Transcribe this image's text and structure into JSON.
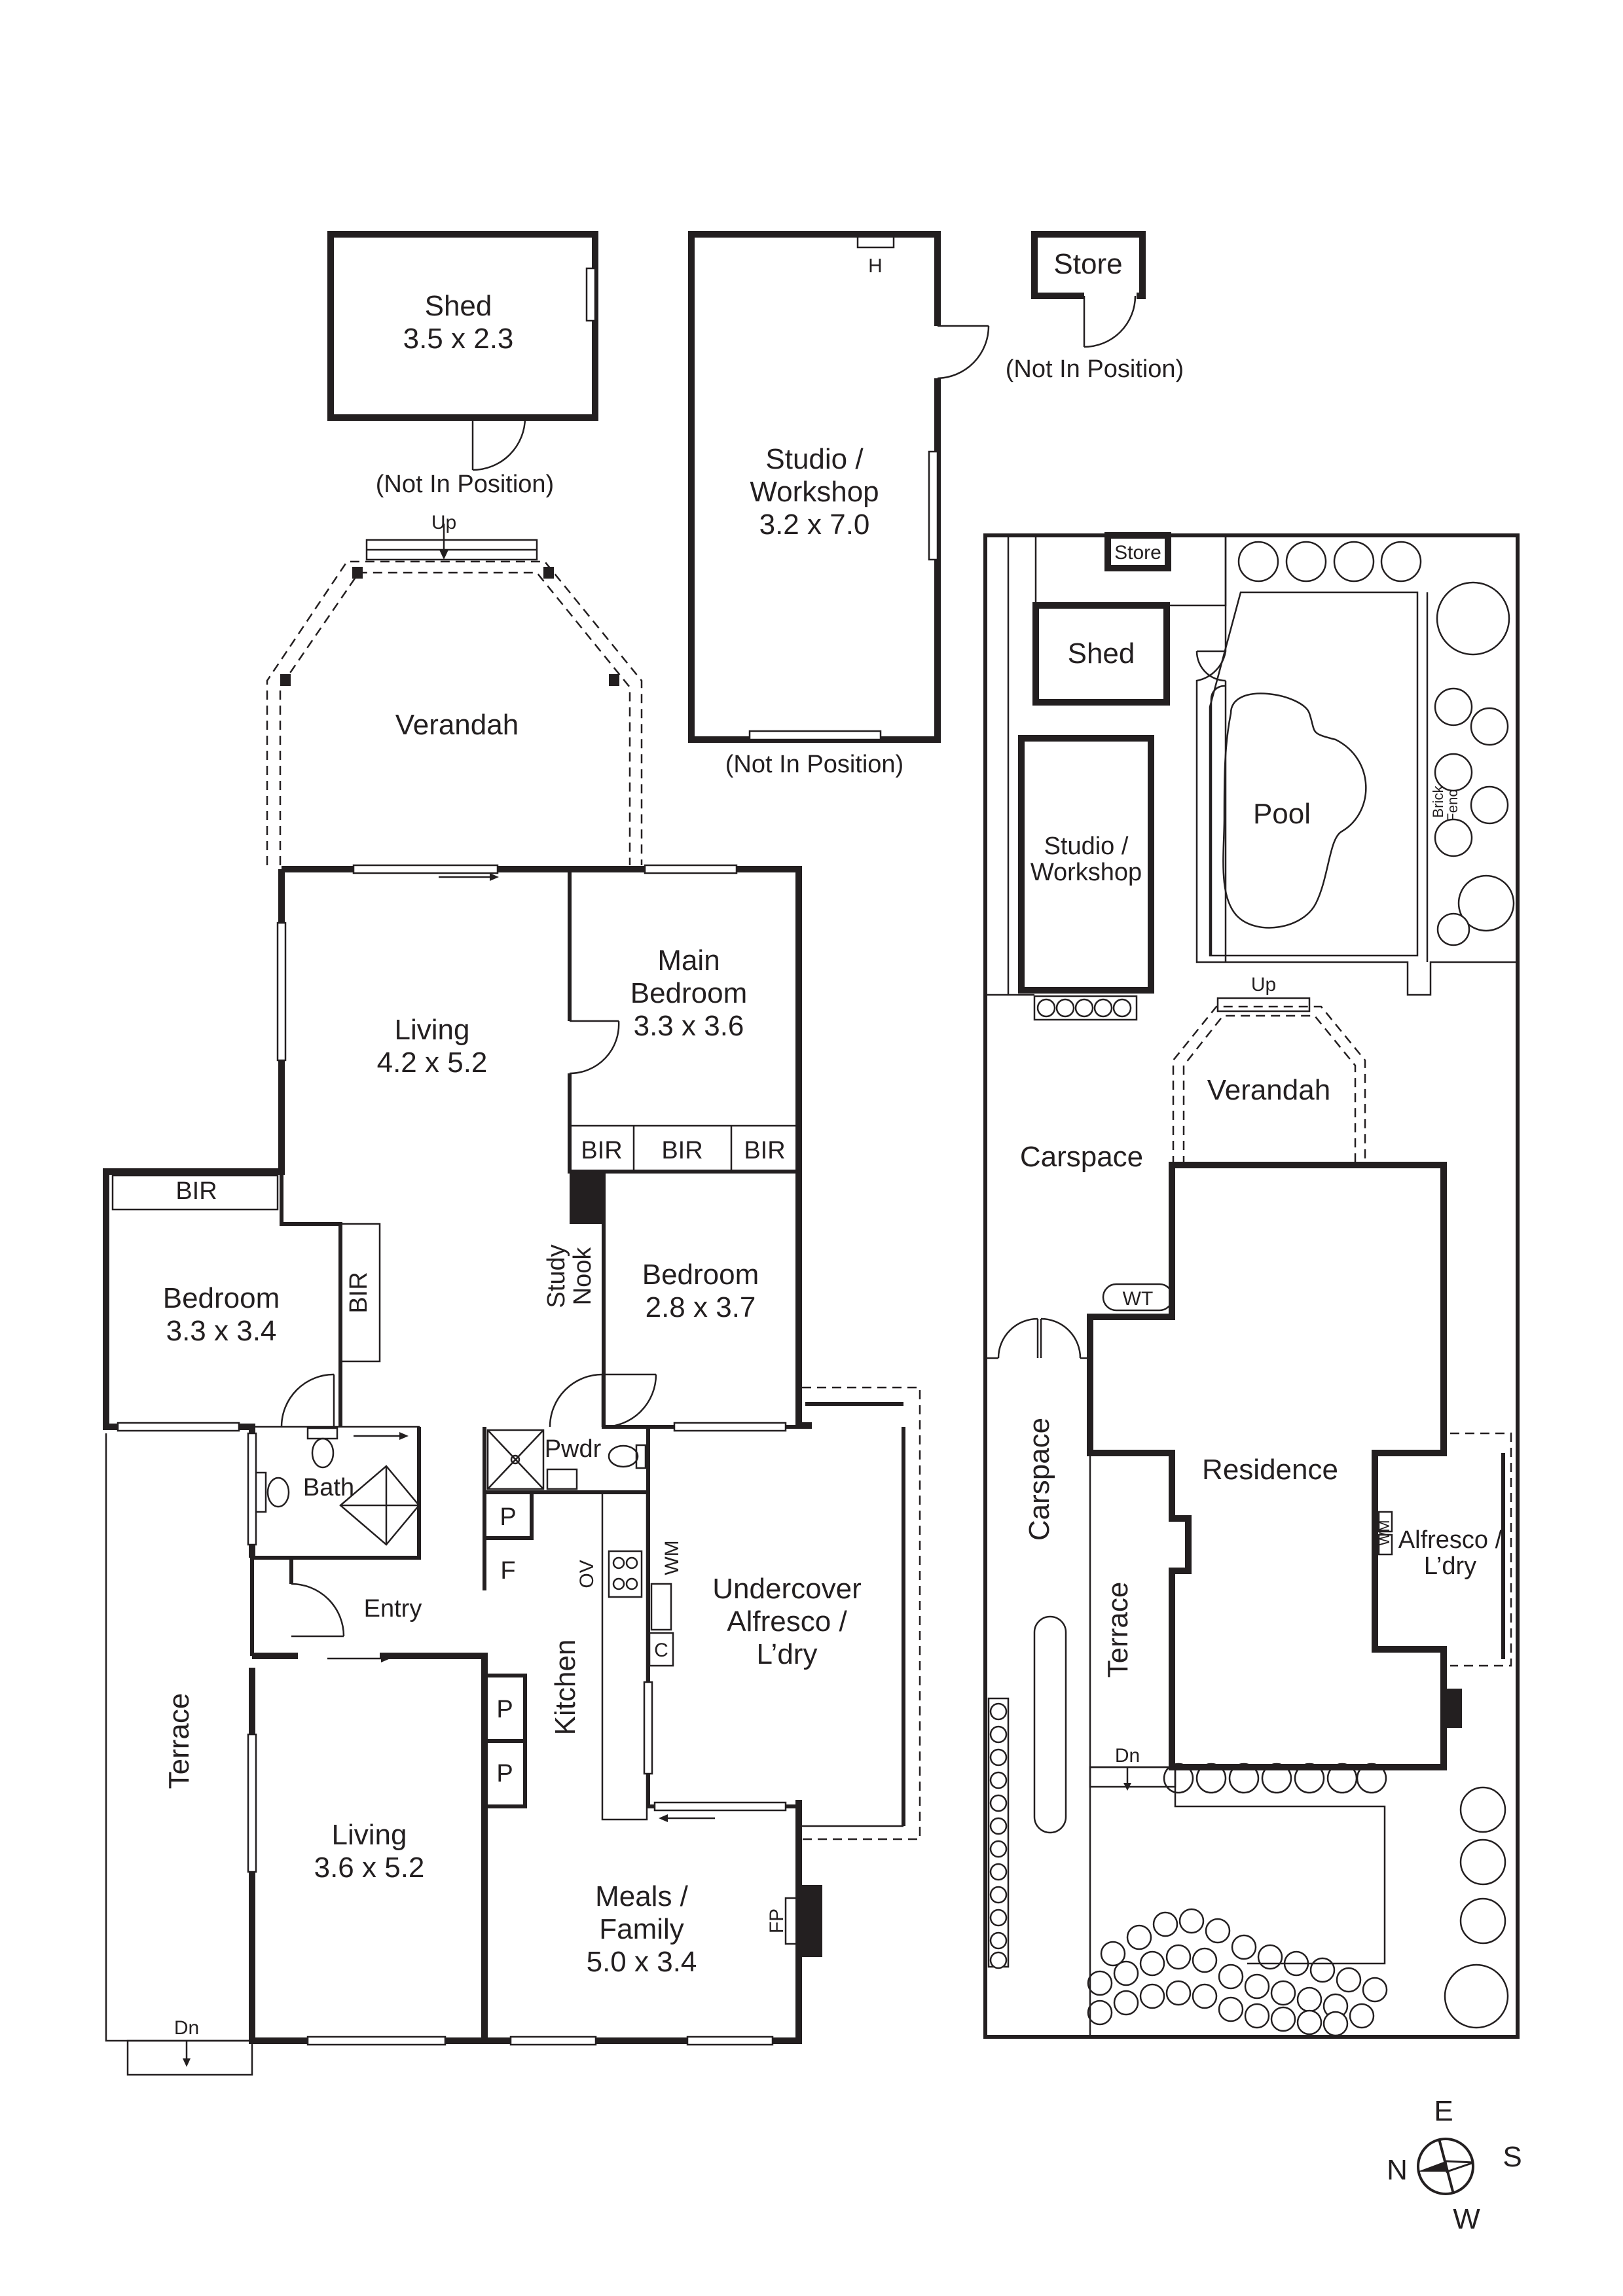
{
  "outbuildings": {
    "shed": {
      "name": "Shed",
      "size": "3.5 x 2.3",
      "note": "(Not In Position)"
    },
    "studio": {
      "name_line1": "Studio /",
      "name_line2": "Workshop",
      "size": "3.2 x 7.0",
      "note": "(Not In Position)",
      "heater": "H"
    },
    "store": {
      "name": "Store",
      "note": "(Not In Position)"
    }
  },
  "floor_plan": {
    "verandah": "Verandah",
    "up": "Up",
    "dn": "Dn",
    "living_main": {
      "name": "Living",
      "size": "4.2 x 5.2"
    },
    "main_bedroom": {
      "line1": "Main",
      "line2": "Bedroom",
      "size": "3.3 x 3.6"
    },
    "bir": "BIR",
    "bedroom_west": {
      "name": "Bedroom",
      "size": "3.3 x 3.4"
    },
    "study_nook": {
      "line1": "Study",
      "line2": "Nook"
    },
    "bedroom_mid": {
      "name": "Bedroom",
      "size": "2.8 x 3.7"
    },
    "pwdr": "Pwdr",
    "bath": "Bath",
    "entry": "Entry",
    "kitchen": "Kitchen",
    "pantry": "P",
    "fridge": "F",
    "oven": "OV",
    "wm": "WM",
    "c": "C",
    "alfresco": {
      "line1": "Undercover",
      "line2": "Alfresco /",
      "line3": "L’dry"
    },
    "terrace": "Terrace",
    "living_second": {
      "name": "Living",
      "size": "3.6 x 5.2"
    },
    "meals": {
      "line1": "Meals /",
      "line2": "Family",
      "size": "5.0 x 3.4"
    },
    "fp": "FP"
  },
  "site_plan": {
    "store": "Store",
    "shed": "Shed",
    "studio_line1": "Studio /",
    "studio_line2": "Workshop",
    "pool": "Pool",
    "brick_fence_line1": "Brick",
    "brick_fence_line2": "Fence",
    "up": "Up",
    "verandah": "Verandah",
    "carspace": "Carspace",
    "wt": "WT",
    "residence": "Residence",
    "alfresco_line1": "Alfresco /",
    "alfresco_line2": "L’dry",
    "wm": "WM",
    "terrace": "Terrace",
    "dn": "Dn"
  },
  "compass": {
    "n": "N",
    "e": "E",
    "s": "S",
    "w": "W"
  }
}
